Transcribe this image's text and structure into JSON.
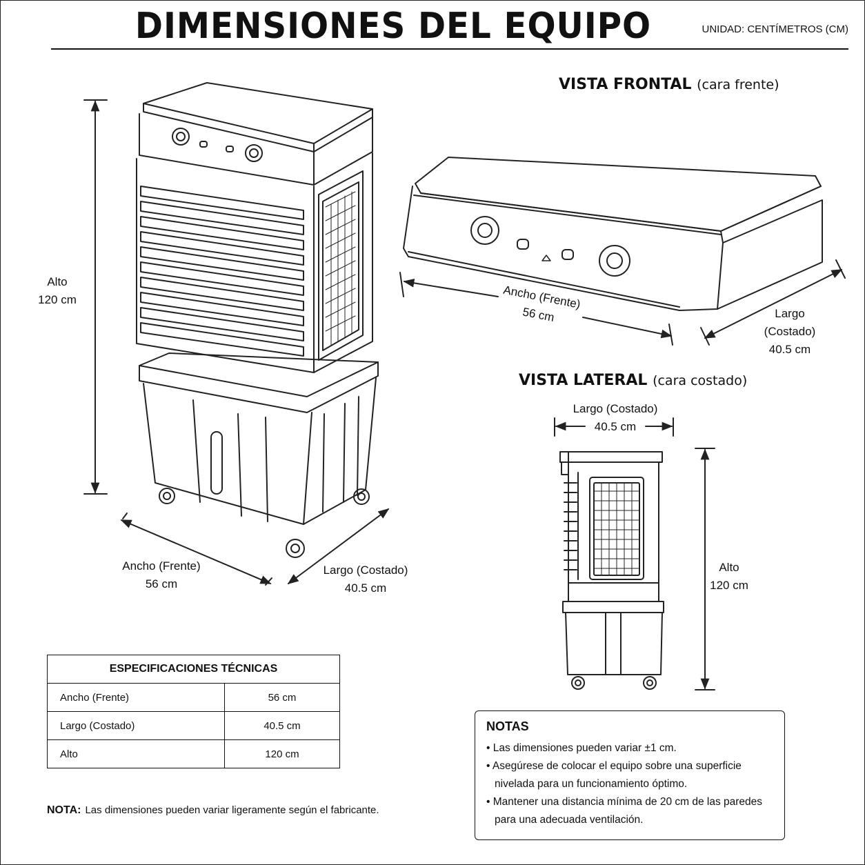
{
  "header": {
    "title": "DIMENSIONES DEL EQUIPO",
    "unit": "UNIDAD: CENTÍMETROS (CM)"
  },
  "main_view": {
    "alto_label": "Alto",
    "alto_value": "120 cm",
    "ancho_label": "Ancho (Frente)",
    "ancho_value": "56 cm",
    "largo_label": "Largo (Costado)",
    "largo_value": "40.5 cm"
  },
  "front_view": {
    "title": "VISTA FRONTAL",
    "subtitle": "(cara frente)",
    "ancho_label": "Ancho (Frente)",
    "ancho_value": "56 cm",
    "largo_label_1": "Largo",
    "largo_label_2": "(Costado)",
    "largo_value": "40.5 cm"
  },
  "side_view": {
    "title": "VISTA LATERAL",
    "subtitle": "(cara costado)",
    "largo_label": "Largo (Costado)",
    "largo_value": "40.5 cm",
    "alto_label": "Alto",
    "alto_value": "120 cm"
  },
  "spec_table": {
    "title": "ESPECIFICACIONES TÉCNICAS",
    "rows": [
      {
        "label": "Ancho (Frente)",
        "value": "56 cm"
      },
      {
        "label": "Largo (Costado)",
        "value": "40.5 cm"
      },
      {
        "label": "Alto",
        "value": "120 cm"
      }
    ]
  },
  "footnote": {
    "label": "NOTA:",
    "text": "Las dimensiones pueden variar ligeramente según el fabricante."
  },
  "notes": {
    "title": "NOTAS",
    "items": [
      "Las dimensiones pueden variar ±1 cm.",
      "Asegúrese de colocar el equipo sobre una superficie nivelada para un funcionamiento óptimo.",
      "Mantener una distancia mínima de 20 cm de las paredes para una adecuada ventilación."
    ]
  }
}
